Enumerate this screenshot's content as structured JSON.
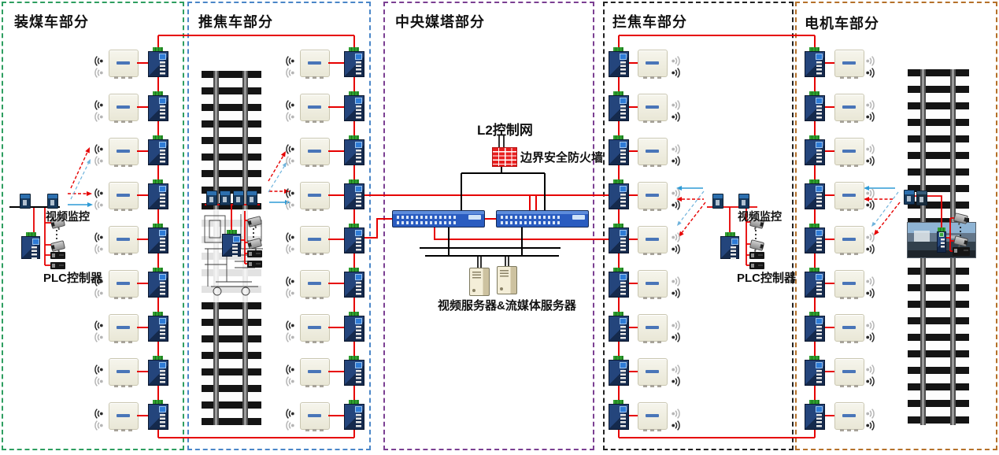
{
  "sections": [
    {
      "id": "coal-charging-car",
      "title": "装煤车部分",
      "border_color": "#2e9e60",
      "device_rows": 9
    },
    {
      "id": "coke-pusher-car",
      "title": "推焦车部分",
      "border_color": "#4a86c8",
      "device_rows": 9
    },
    {
      "id": "central-media-tower",
      "title": "中央媒塔部分",
      "border_color": "#7b3f92",
      "device_rows": 0
    },
    {
      "id": "coke-guide-car",
      "title": "拦焦车部分",
      "border_color": "#222222",
      "device_rows": 9
    },
    {
      "id": "electric-locomotive",
      "title": "电机车部分",
      "border_color": "#b5712a",
      "device_rows": 9
    }
  ],
  "central": {
    "l2_label": "L2控制网",
    "firewall_label": "边界安全防火墙",
    "servers_label": "视频服务器&流媒体服务器"
  },
  "clusters": {
    "left": {
      "video_label": "视频监控",
      "plc_label": "PLC控制器"
    },
    "right": {
      "video_label": "视频监控",
      "plc_label": "PLC控制器"
    }
  },
  "colors": {
    "red_link": "#e60000",
    "black_link": "#000000",
    "blue_signal": "#2e9bd6",
    "blue_signal_light": "#6fb3dc",
    "icon_dark": "#2b2b2b",
    "icon_light": "#b5b5b5"
  }
}
